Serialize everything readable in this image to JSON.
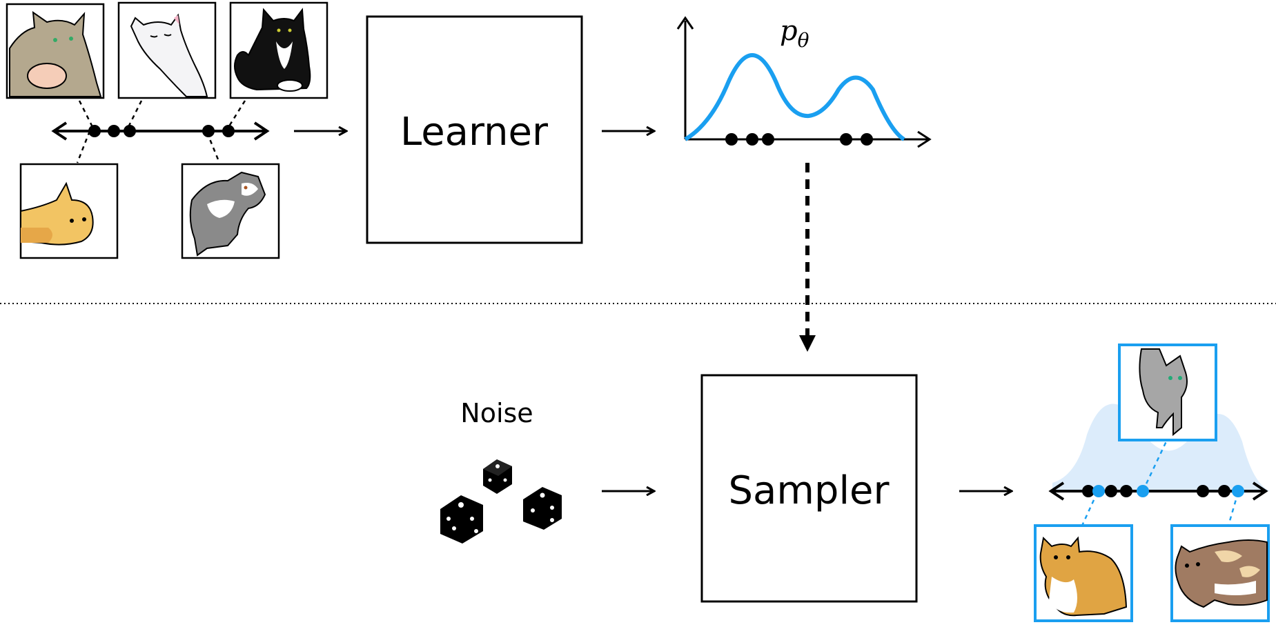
{
  "learner": {
    "label": "Learner"
  },
  "sampler": {
    "label": "Sampler"
  },
  "noise": {
    "label": "Noise"
  },
  "density": {
    "symbol": "p",
    "subscript": "θ"
  },
  "colors": {
    "accent": "#1a9ff0",
    "accent_fill": "#dcecfb",
    "ink": "#000000"
  },
  "icons": {
    "training_images": [
      "cat-icon",
      "cat-icon",
      "cat-icon",
      "cat-icon",
      "cat-icon"
    ],
    "generated_images": [
      "cat-icon",
      "cat-icon",
      "cat-icon"
    ],
    "noise": "dice-icon"
  }
}
